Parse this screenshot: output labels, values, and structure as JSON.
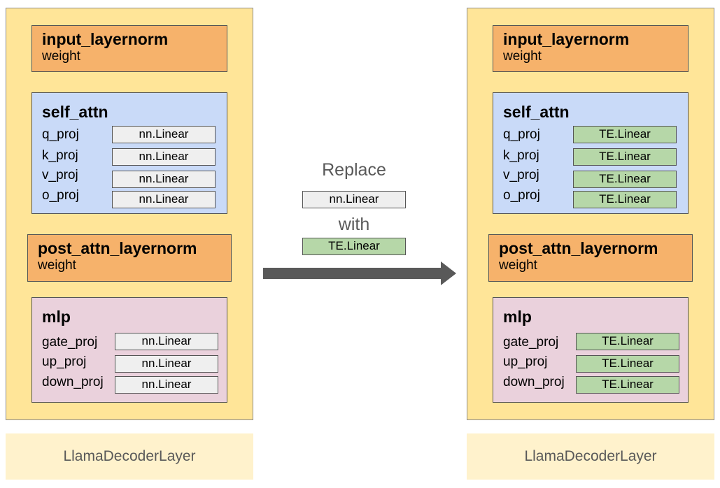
{
  "colors": {
    "layer_bg": "#ffe598",
    "layer_label_bg": "#fff2cc",
    "norm_bg": "#f6b26b",
    "attn_bg": "#c9daf8",
    "mlp_bg": "#ead1dc",
    "nn_linear_bg": "#efefef",
    "te_linear_bg": "#b6d7a8",
    "arrow": "#595959"
  },
  "left": {
    "input_layernorm": {
      "title": "input_layernorm",
      "sub": "weight"
    },
    "self_attn": {
      "title": "self_attn",
      "rows": [
        {
          "label": "q_proj",
          "module": "nn.Linear"
        },
        {
          "label": "k_proj",
          "module": "nn.Linear"
        },
        {
          "label": "v_proj",
          "module": "nn.Linear"
        },
        {
          "label": "o_proj",
          "module": "nn.Linear"
        }
      ]
    },
    "post_attn_layernorm": {
      "title": "post_attn_layernorm",
      "sub": "weight"
    },
    "mlp": {
      "title": "mlp",
      "rows": [
        {
          "label": "gate_proj",
          "module": "nn.Linear"
        },
        {
          "label": "up_proj",
          "module": "nn.Linear"
        },
        {
          "label": "down_proj",
          "module": "nn.Linear"
        }
      ]
    },
    "layer_label": "LlamaDecoderLayer"
  },
  "right": {
    "input_layernorm": {
      "title": "input_layernorm",
      "sub": "weight"
    },
    "self_attn": {
      "title": "self_attn",
      "rows": [
        {
          "label": "q_proj",
          "module": "TE.Linear"
        },
        {
          "label": "k_proj",
          "module": "TE.Linear"
        },
        {
          "label": "v_proj",
          "module": "TE.Linear"
        },
        {
          "label": "o_proj",
          "module": "TE.Linear"
        }
      ]
    },
    "post_attn_layernorm": {
      "title": "post_attn_layernorm",
      "sub": "weight"
    },
    "mlp": {
      "title": "mlp",
      "rows": [
        {
          "label": "gate_proj",
          "module": "TE.Linear"
        },
        {
          "label": "up_proj",
          "module": "TE.Linear"
        },
        {
          "label": "down_proj",
          "module": "TE.Linear"
        }
      ]
    },
    "layer_label": "LlamaDecoderLayer"
  },
  "middle": {
    "replace_text": "Replace",
    "from_module": "nn.Linear",
    "with_text": "with",
    "to_module": "TE.Linear",
    "arrow_icon": "right-arrow-icon"
  }
}
